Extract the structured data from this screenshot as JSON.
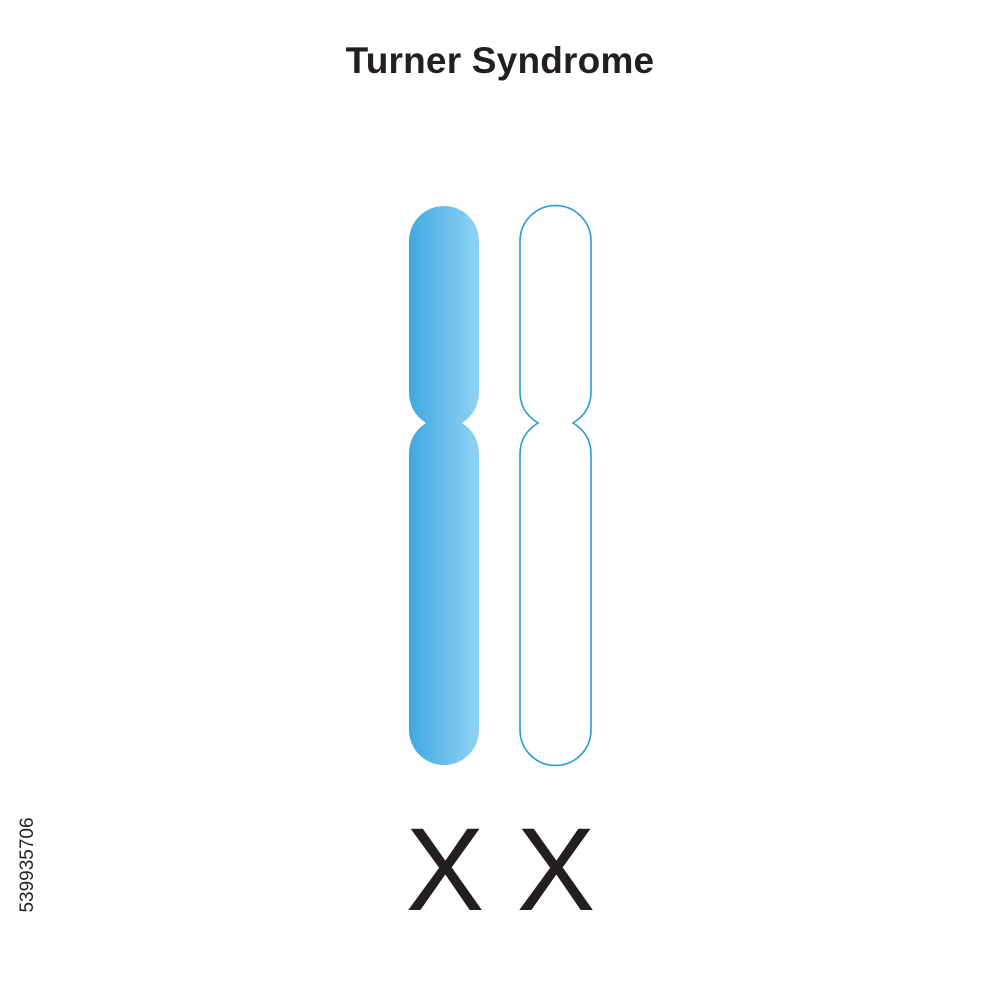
{
  "title": "Turner Syndrome",
  "chromosomes": [
    {
      "label": "X",
      "style": "filled",
      "colors": [
        "#3fa9e0",
        "#8fd3f4"
      ]
    },
    {
      "label": "X",
      "style": "outline",
      "colors": [
        "#2a9ad6"
      ]
    }
  ],
  "stock_id": "539935706"
}
